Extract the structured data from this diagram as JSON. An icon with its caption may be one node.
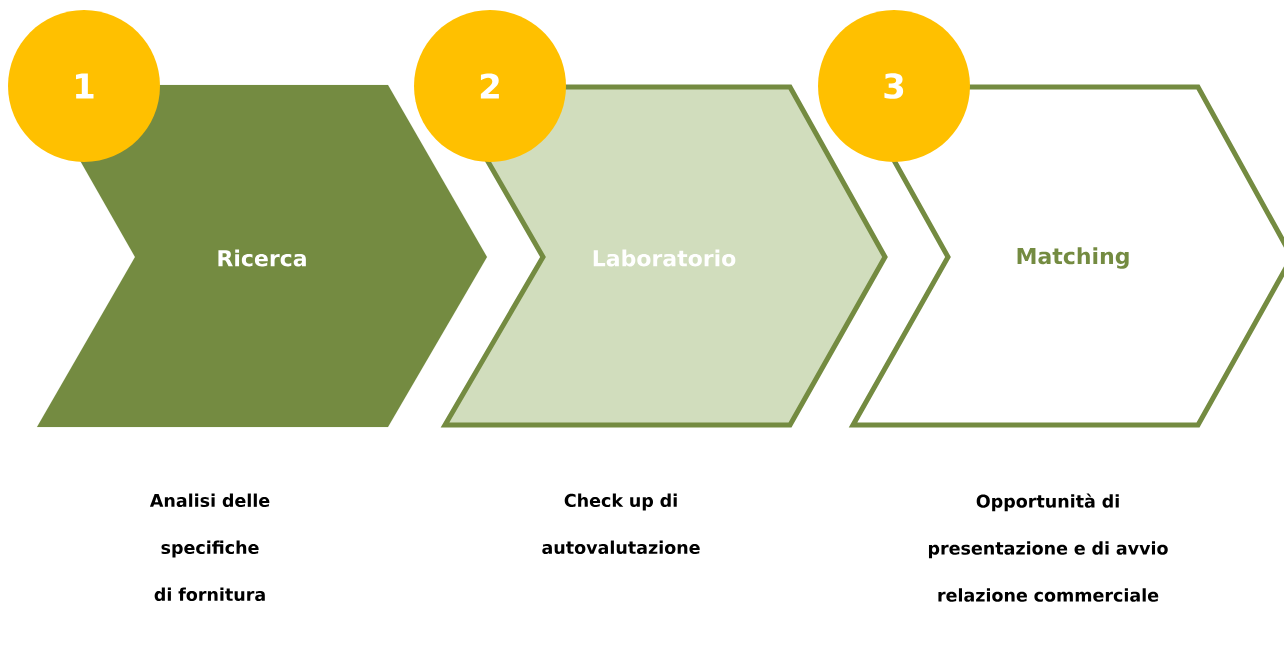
{
  "diagram": {
    "nodes": [
      {
        "text": [
          "1"
        ]
      },
      {
        "text": [
          "Ricerca"
        ],
        "beside": [
          "Analisi delle specifiche di fornitura"
        ]
      },
      {
        "text": [
          "2"
        ]
      },
      {
        "text": [
          "Laboratorio"
        ],
        "beside": [
          "Check up di autovalutazione"
        ]
      },
      {
        "text": [
          "3"
        ]
      },
      {
        "text": [
          "Matching"
        ],
        "beside": [
          "Opportunità di presentazione e di avvio relazione commerciale"
        ]
      }
    ]
  }
}
